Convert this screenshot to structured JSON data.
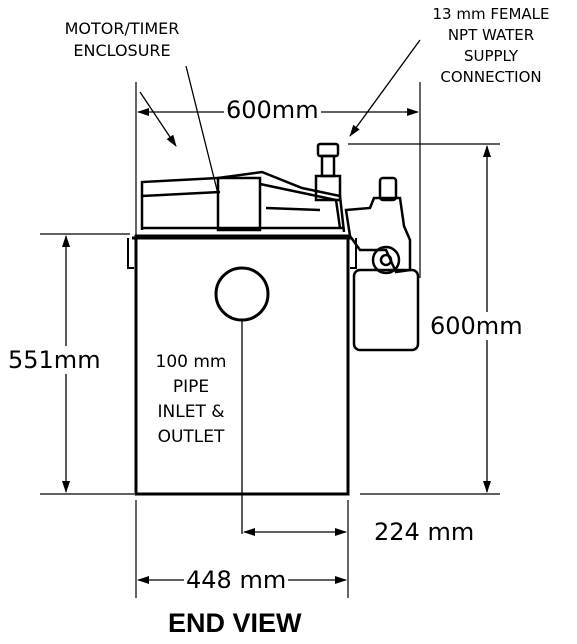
{
  "labels": {
    "motor_timer_line1": "MOTOR/TIMER",
    "motor_timer_line2": "ENCLOSURE",
    "water_line1": "13 mm FEMALE",
    "water_line2": "NPT WATER",
    "water_line3": "SUPPLY",
    "water_line4": "CONNECTION",
    "pipe_line1": "100 mm",
    "pipe_line2": "PIPE",
    "pipe_line3": "INLET &",
    "pipe_line4": "OUTLET",
    "title": "END VIEW"
  },
  "dimensions": {
    "top_width": "600mm",
    "right_height": "600mm",
    "left_height": "551mm",
    "pipe_offset": "224 mm",
    "bottom_width": "448 mm"
  },
  "colors": {
    "line": "#000000",
    "background": "#ffffff"
  }
}
